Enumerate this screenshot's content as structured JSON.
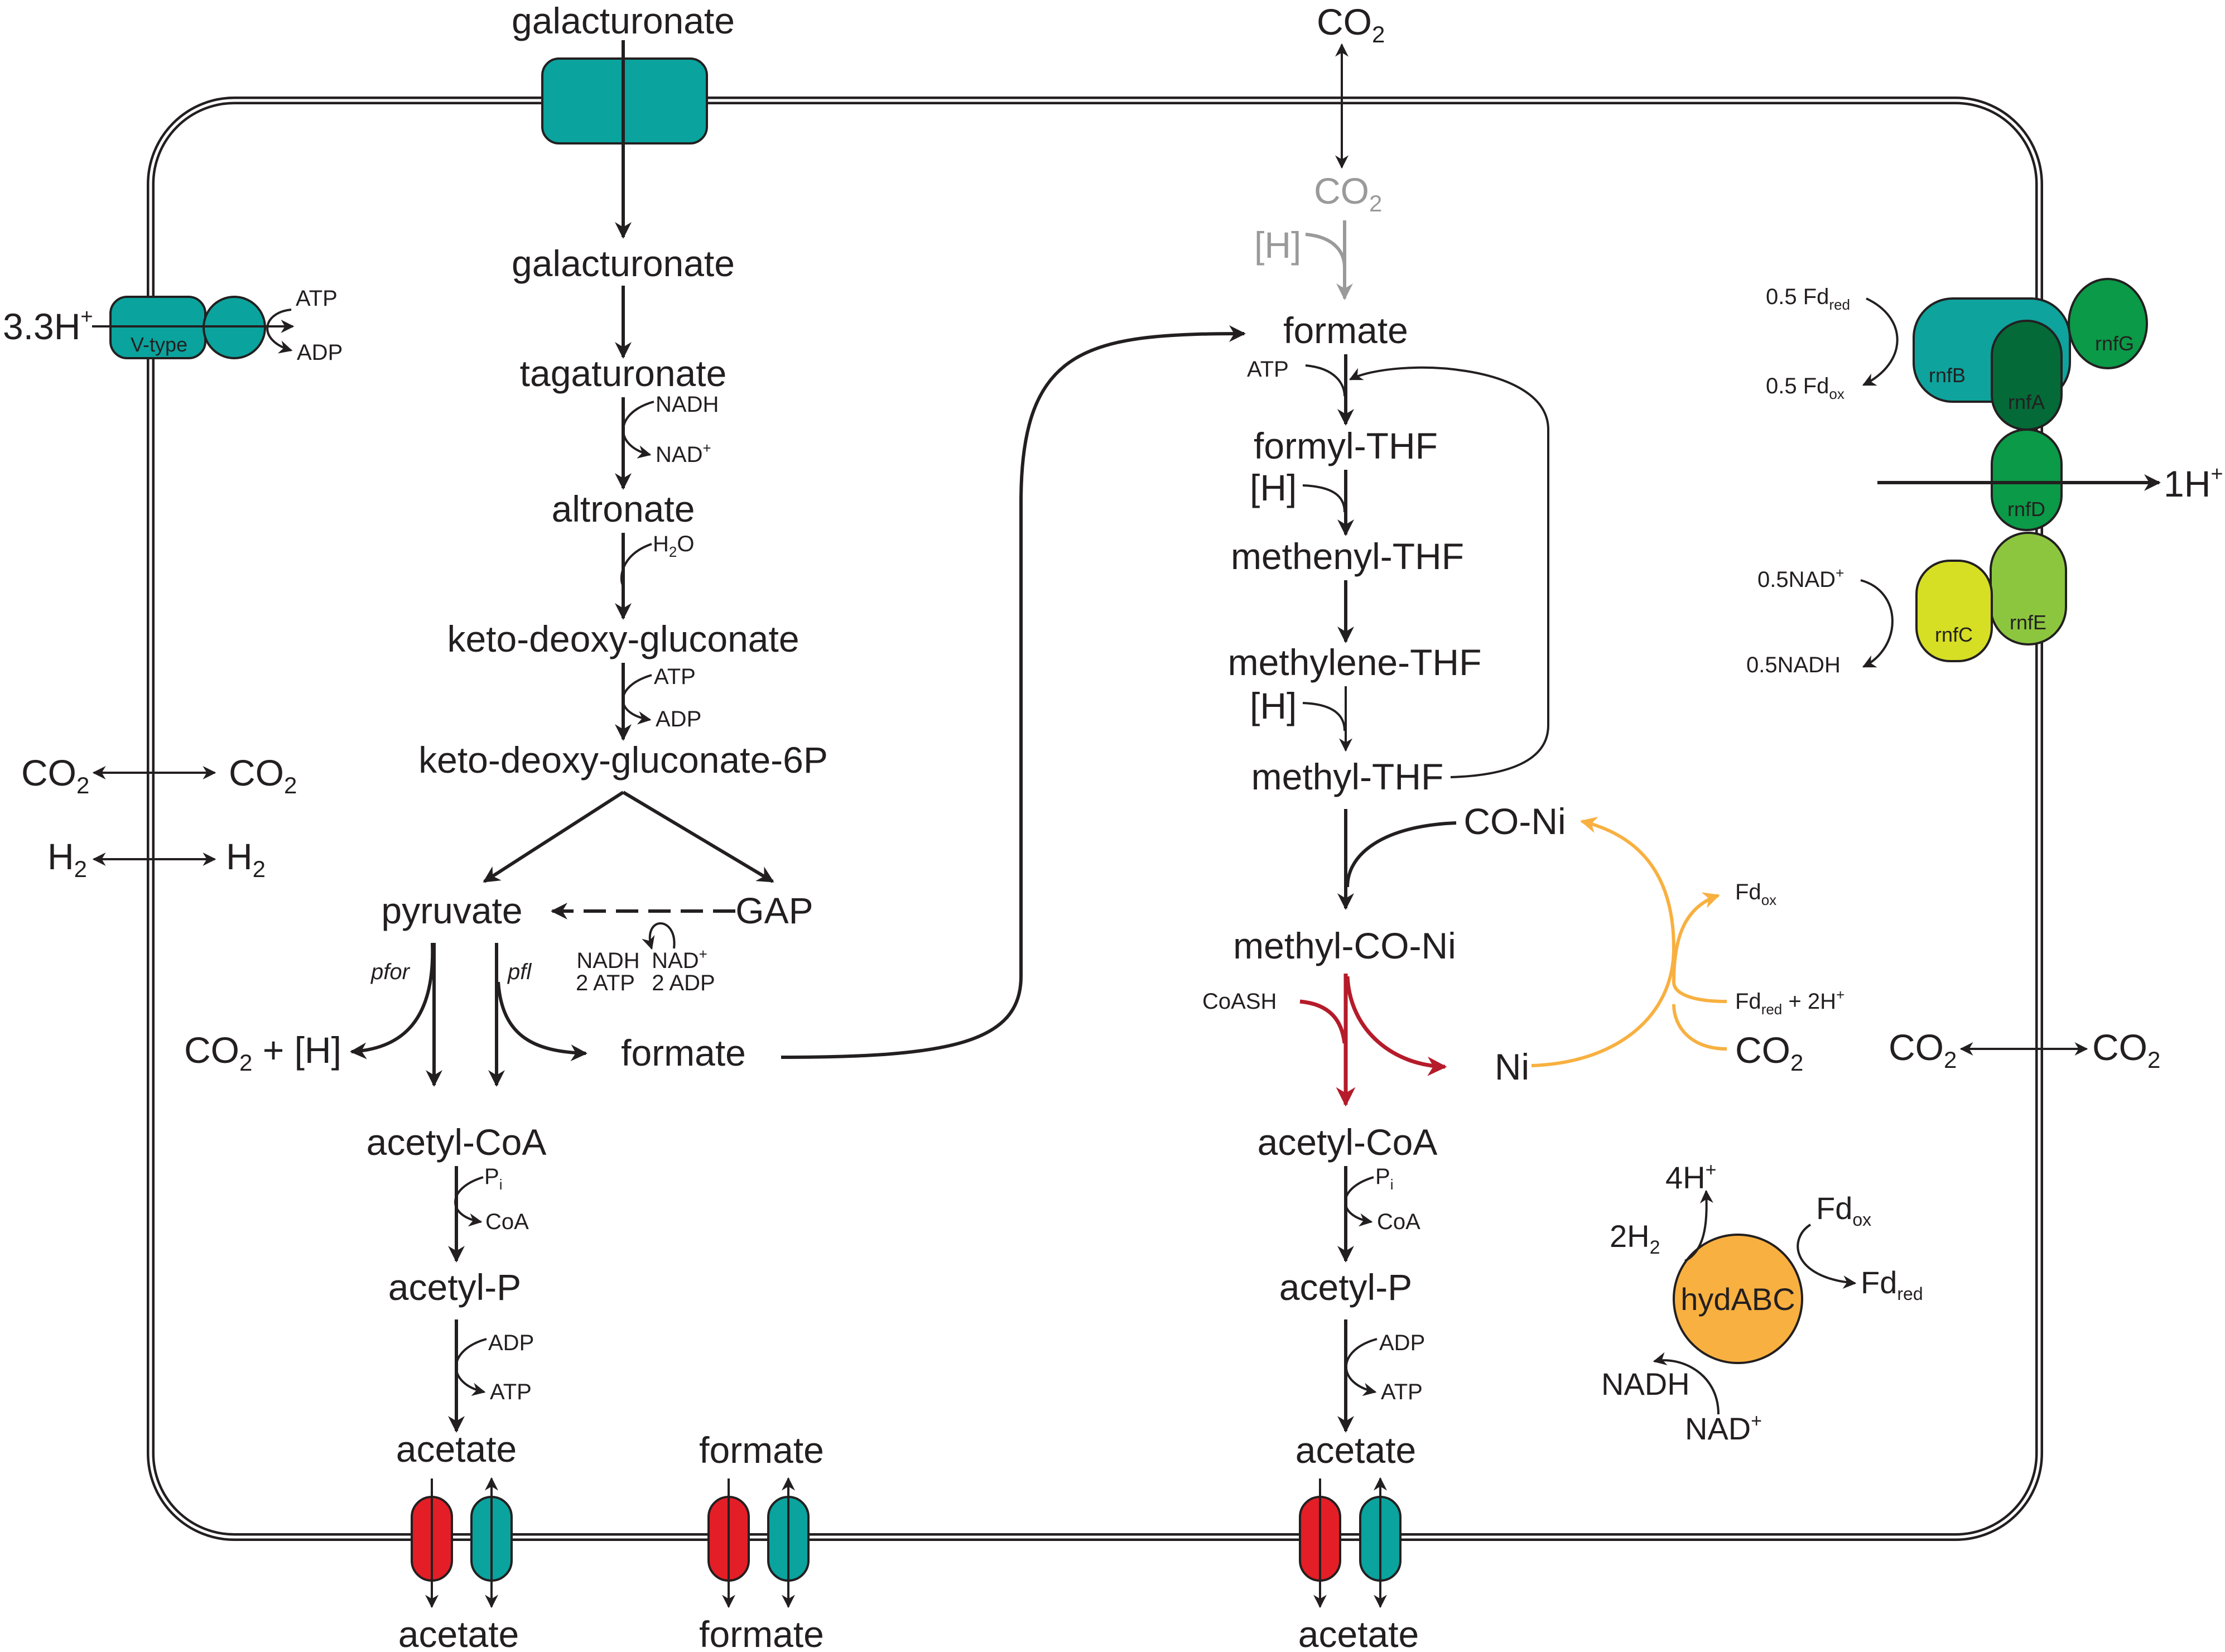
{
  "colors": {
    "teal": "#0aa39d",
    "red_transporter": "#e41e26",
    "rnf_teal": "#0ea39c",
    "rnf_darkgreen": "#046a38",
    "rnf_green": "#0b9a48",
    "rnf_lime": "#d6df24",
    "rnf_lightgreen": "#8cc63f",
    "hyd_orange": "#f8b040",
    "crimson_arrow": "#b51b2a",
    "orange_arrow": "#f8b040",
    "grey": "#9a9a9a"
  },
  "left_pathway": {
    "galacturonate_out": "galacturonate",
    "galacturonate_in": "galacturonate",
    "tagaturonate": "tagaturonate",
    "nadh": "NADH",
    "nad_base": "NAD",
    "sup_plus": "+",
    "altronate": "altronate",
    "h2o_h": "H",
    "h2o_2": "2",
    "h2o_o": "O",
    "kdg": "keto-deoxy-gluconate",
    "atp": "ATP",
    "adp": "ADP",
    "kdg6p": "keto-deoxy-gluconate-6P",
    "pyruvate": "pyruvate",
    "gap": "GAP",
    "gap_nadh": "NADH",
    "gap_2atp": "2 ATP",
    "gap_nad_base": "NAD",
    "gap_2adp": "2 ADP",
    "pfor": "pfor",
    "pfl": "pfl",
    "co2_h": "CO",
    "co2_h_sub": "2",
    "co2_h_rest": " + [H]",
    "formate": "formate",
    "acetyl_coa": "acetyl-CoA",
    "pi_p": "P",
    "pi_i": "i",
    "coa": "CoA",
    "acetyl_p": "acetyl-P",
    "adp2": "ADP",
    "atp2": "ATP",
    "acetate": "acetate"
  },
  "left_side": {
    "h_count": "3.3H",
    "sup_plus": "+",
    "v_type": "V-type",
    "atp": "ATP",
    "adp": "ADP",
    "co2_left": "CO",
    "co2_right": "CO",
    "sub_2": "2",
    "h2_left": "H",
    "h2_right": "H"
  },
  "bottom_transport": {
    "acetate_in_left": "acetate",
    "acetate_out_left": "acetate",
    "formate_in": "formate",
    "formate_out": "formate",
    "acetate_in_right": "acetate",
    "acetate_out_right": "acetate"
  },
  "wood_ljungdahl": {
    "co2_out": "CO",
    "co2_in": "CO",
    "sub_2": "2",
    "h_grey": "[H]",
    "formate": "formate",
    "atp": "ATP",
    "formyl_thf": "formyl-THF",
    "h1": "[H]",
    "methenyl_thf": "methenyl-THF",
    "methylene_thf": "methylene-THF",
    "h2": "[H]",
    "methyl_thf": "methyl-THF",
    "co_ni": "CO-Ni",
    "methyl_co_ni": "methyl-CO-Ni",
    "coash": "CoASH",
    "ni": "Ni",
    "fd_ox_base": "Fd",
    "fd_ox_sub": "ox",
    "fd_red_base": "Fd",
    "fd_red_sub": "red",
    "fd_red_rest": " + 2H",
    "sup_plus": "+",
    "co2_orange": "CO",
    "acetyl_coa": "acetyl-CoA",
    "pi_p": "P",
    "pi_i": "i",
    "coa": "CoA",
    "acetyl_p": "acetyl-P",
    "adp": "ADP",
    "atp2": "ATP",
    "acetate": "acetate"
  },
  "rnf": {
    "fd_red_pre": "0.5 Fd",
    "fd_red_sub": "red",
    "fd_ox_pre": "0.5 Fd",
    "fd_ox_sub": "ox",
    "rnfB": "rnfB",
    "rnfA": "rnfA",
    "rnfG": "rnfG",
    "rnfD": "rnfD",
    "rnfC": "rnfC",
    "rnfE": "rnfE",
    "h_out": "1H",
    "sup_plus": "+",
    "nad_pre": "0.5NAD",
    "nadh": "0.5NADH"
  },
  "right_side": {
    "co2_left": "CO",
    "co2_right": "CO",
    "sub_2": "2"
  },
  "hyd": {
    "label": "hydABC",
    "h4": "4H",
    "sup_plus": "+",
    "h2_pre": "2H",
    "sub_2": "2",
    "fd_ox_base": "Fd",
    "fd_ox_sub": "ox",
    "fd_red_base": "Fd",
    "fd_red_sub": "red",
    "nadh": "NADH",
    "nad_base": "NAD"
  }
}
